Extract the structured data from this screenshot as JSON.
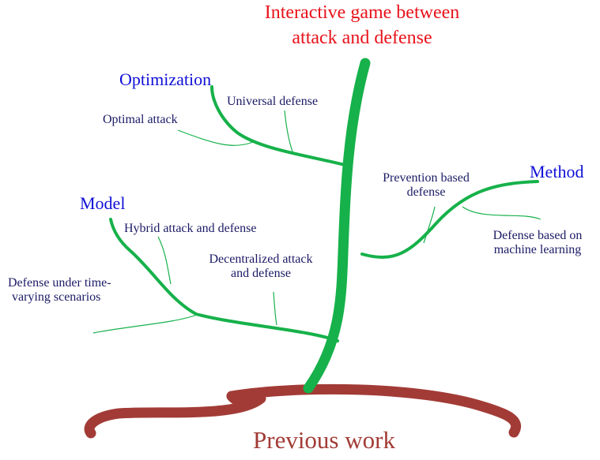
{
  "title": {
    "line1": "Interactive game between",
    "line2": "attack and defense"
  },
  "categories": {
    "optimization": "Optimization",
    "method": "Method",
    "model": "Model"
  },
  "leaves": {
    "universal_defense": "Universal defense",
    "optimal_attack": "Optimal attack",
    "prevention_line1": "Prevention based",
    "prevention_line2": "defense",
    "ml_line1": "Defense based on",
    "ml_line2": "machine learning",
    "hybrid": "Hybrid attack and defense",
    "decentralized_line1": "Decentralized attack",
    "decentralized_line2": "and defense",
    "timevarying_line1": "Defense under time-",
    "timevarying_line2": "varying scenarios"
  },
  "root_label": "Previous work",
  "colors": {
    "title": "#e8121a",
    "category": "#1010d8",
    "leaf_text": "#1b1b66",
    "branch": "#16b14a",
    "root": "#a23b36"
  }
}
